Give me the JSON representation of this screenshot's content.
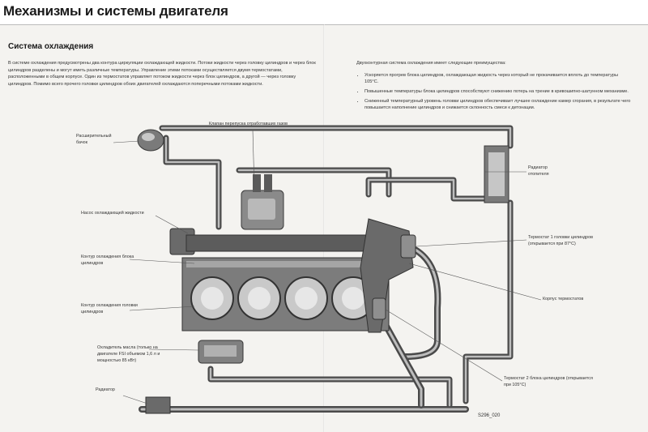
{
  "title": "Механизмы и системы двигателя",
  "section_title": "Система охлаждения",
  "intro_text": "В системе охлаждения предусмотрены два контура циркуляции охлаждающей жидкости. Потоки жидкости через головку цилиндров и через блок цилиндров разделены и могут иметь различные температуры. Управление этими потоками осуществляется двумя термостатами, расположенными в общем корпусе. Один из термостатов управляет потоком жидкости через блок цилиндров, а другой — через головку цилиндров. Помимо всего прочего головки цилиндров обоих двигателей охлаждаются поперечными потоками жидкости.",
  "advantages_intro": "Двухконтурная система охлаждения имеет следующие преимущества:",
  "advantages": [
    "Ускоряется прогрев блока цилиндров, охлаждающая жидкость через который не прокачивается вплоть до температуры 105°C.",
    "Повышенные температуры блока цилиндров способствуют снижению потерь на трение в кривошипно-шатунном механизме.",
    "Сниженный температурный уровень головки цилиндров обеспечивает лучшее охлаждение камер сгорания, в результате чего повышается наполнение цилиндров и снижается склонность смеси к детонации."
  ],
  "labels": {
    "expansion_tank": "Расширительный бачок",
    "bypass_valve": "Клапан перепуска отработавших газов",
    "heater_radiator": "Радиатор отопителя",
    "coolant_pump": "Насос охлаждающей жидкости",
    "block_circuit": "Контур охлаждения блока цилиндров",
    "head_circuit": "Контур охлаждения головки цилиндров",
    "oil_cooler": "Охладитель масла (только на двигателе FSI объемом 1,6 л и мощностью 85 кВт)",
    "radiator": "Радиатор",
    "thermostat1": "Термостат 1 головки цилиндров (открывается при 87°C)",
    "thermostat_housing": "Корпус термостатов",
    "thermostat2": "Термостат 2 блока цилиндров (открывается при 105°C)"
  },
  "figure_code": "S296_020",
  "colors": {
    "pipe": "#4a4a4a",
    "pipe_light": "#9a9a9a",
    "engine": "#6e6e6e",
    "cylinder": "#c9c9c9"
  }
}
